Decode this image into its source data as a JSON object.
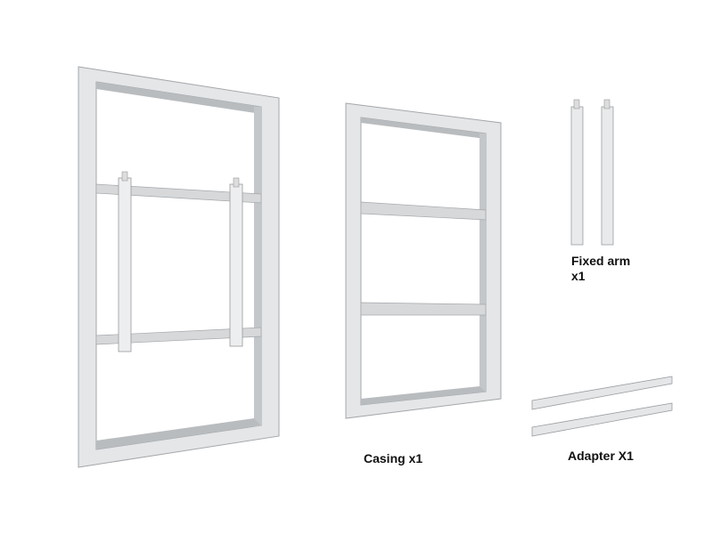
{
  "labels": {
    "fixed_arm": "Fixed arm",
    "fixed_arm_qty": "x1",
    "casing": "Casing x1",
    "adapter": "Adapter X1"
  },
  "colors": {
    "frame_face": "#e4e6e8",
    "frame_inner": "#b9bcbf",
    "frame_edge": "#9a9da0",
    "text": "#111111"
  }
}
